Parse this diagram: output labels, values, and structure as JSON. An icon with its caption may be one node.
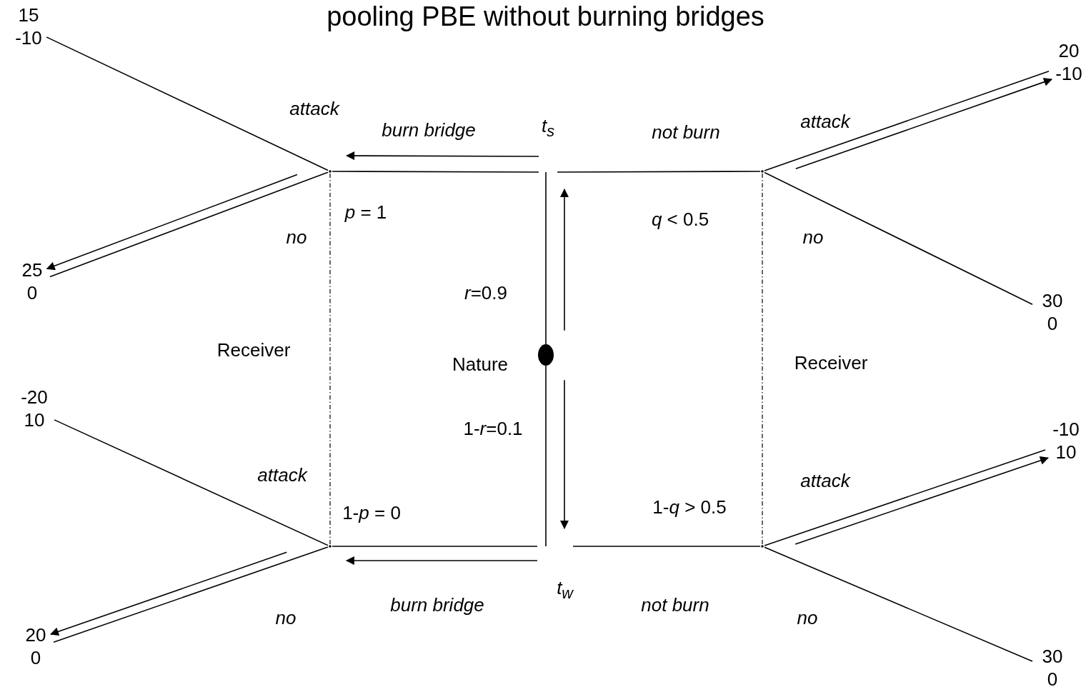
{
  "diagram": {
    "title": "pooling PBE without burning bridges",
    "nodes": [
      {
        "text": [
          "15",
          "-10"
        ]
      },
      {
        "text": [
          "20",
          "-10"
        ]
      },
      {
        "text": [
          "t$_{s}$"
        ]
      },
      {
        "text": [],
        "shape": "point",
        "beside": [
          "*p* = 1"
        ]
      },
      {
        "text": [],
        "shape": "point",
        "beside": [
          "*q* < 0.5"
        ]
      },
      {
        "text": [
          "25",
          "0"
        ]
      },
      {
        "text": [
          "30",
          "0"
        ]
      },
      {
        "text": [],
        "shape": "circle",
        "beside": [
          "Nature"
        ]
      },
      {
        "text": [
          "-20",
          "10"
        ]
      },
      {
        "text": [
          "-10",
          "10"
        ]
      },
      {
        "text": [],
        "shape": "point",
        "beside": [
          "1-*p* = 0"
        ]
      },
      {
        "text": [],
        "shape": "point",
        "beside": [
          "1-*q* > 0.5"
        ]
      },
      {
        "text": [
          "t$_{w}$"
        ]
      },
      {
        "text": [
          "20",
          "0"
        ]
      },
      {
        "text": [
          "30",
          "0"
        ]
      }
    ],
    "edges": [
      {
        "from": 7,
        "to": 2,
        "arrow": "none",
        "label": "*r*=0.9"
      },
      {
        "from": 7,
        "to": 12,
        "arrow": "none",
        "label": "1-*r*=0.1"
      },
      {
        "from": 2,
        "to": 3,
        "arrow": "none",
        "label": "burn bridge"
      },
      {
        "from": 2,
        "to": 4,
        "arrow": "none",
        "label": "not burn"
      },
      {
        "from": 12,
        "to": 10,
        "arrow": "none",
        "label": "burn bridge"
      },
      {
        "from": 12,
        "to": 11,
        "arrow": "none",
        "label": "not burn"
      },
      {
        "from": 3,
        "to": 0,
        "arrow": "none",
        "label": "attack"
      },
      {
        "from": 3,
        "to": 5,
        "arrow": "none",
        "label": "no"
      },
      {
        "from": 4,
        "to": 1,
        "arrow": "none",
        "label": "attack"
      },
      {
        "from": 4,
        "to": 6,
        "arrow": "none",
        "label": "no"
      },
      {
        "from": 10,
        "to": 8,
        "arrow": "none",
        "label": "attack"
      },
      {
        "from": 10,
        "to": 13,
        "arrow": "none",
        "label": "no"
      },
      {
        "from": 11,
        "to": 9,
        "arrow": "none",
        "label": "attack"
      },
      {
        "from": 11,
        "to": 14,
        "arrow": "none",
        "label": "no"
      },
      {
        "from": 3,
        "to": 10,
        "arrow": "none",
        "style": "dashed",
        "label": "Receiver"
      },
      {
        "from": 4,
        "to": 11,
        "arrow": "none",
        "style": "dashed",
        "label": "Receiver"
      }
    ]
  }
}
